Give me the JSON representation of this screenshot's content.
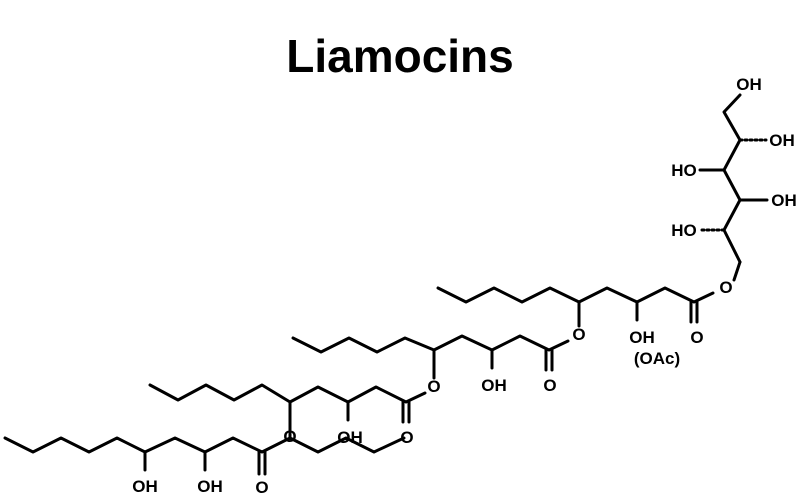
{
  "title": "Liamocins",
  "labels": {
    "oh": "OH",
    "ho": "HO",
    "o": "O",
    "oac": "(OAc)"
  },
  "colors": {
    "ink": "#000000",
    "background": "#ffffff"
  }
}
